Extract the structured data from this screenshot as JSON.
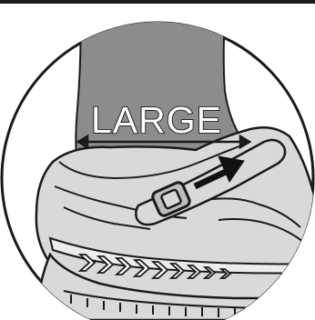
{
  "diagram": {
    "size_label": "LARGE",
    "colors": {
      "ankle": "#8c8c8c",
      "shoe": "#d9d9d9",
      "outline": "#1a1a1a",
      "arrow": "#111111",
      "background": "#ffffff"
    },
    "icons": [
      "ankle-shape",
      "shoe-shape",
      "strap-buckle-icon",
      "arrow-icon",
      "width-measure-line"
    ]
  }
}
